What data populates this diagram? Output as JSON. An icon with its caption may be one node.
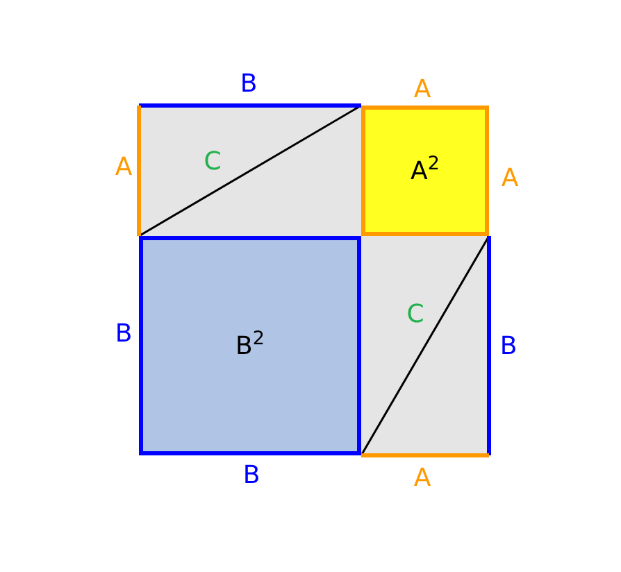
{
  "diagram": {
    "nodes": [
      {
        "text": [
          "A$^{2}$"
        ]
      },
      {
        "text": [
          "B$^{2}$"
        ]
      }
    ],
    "labels": [
      "B",
      "A",
      "A",
      "C",
      "A",
      "C",
      "B",
      "B",
      "B",
      "A"
    ]
  }
}
